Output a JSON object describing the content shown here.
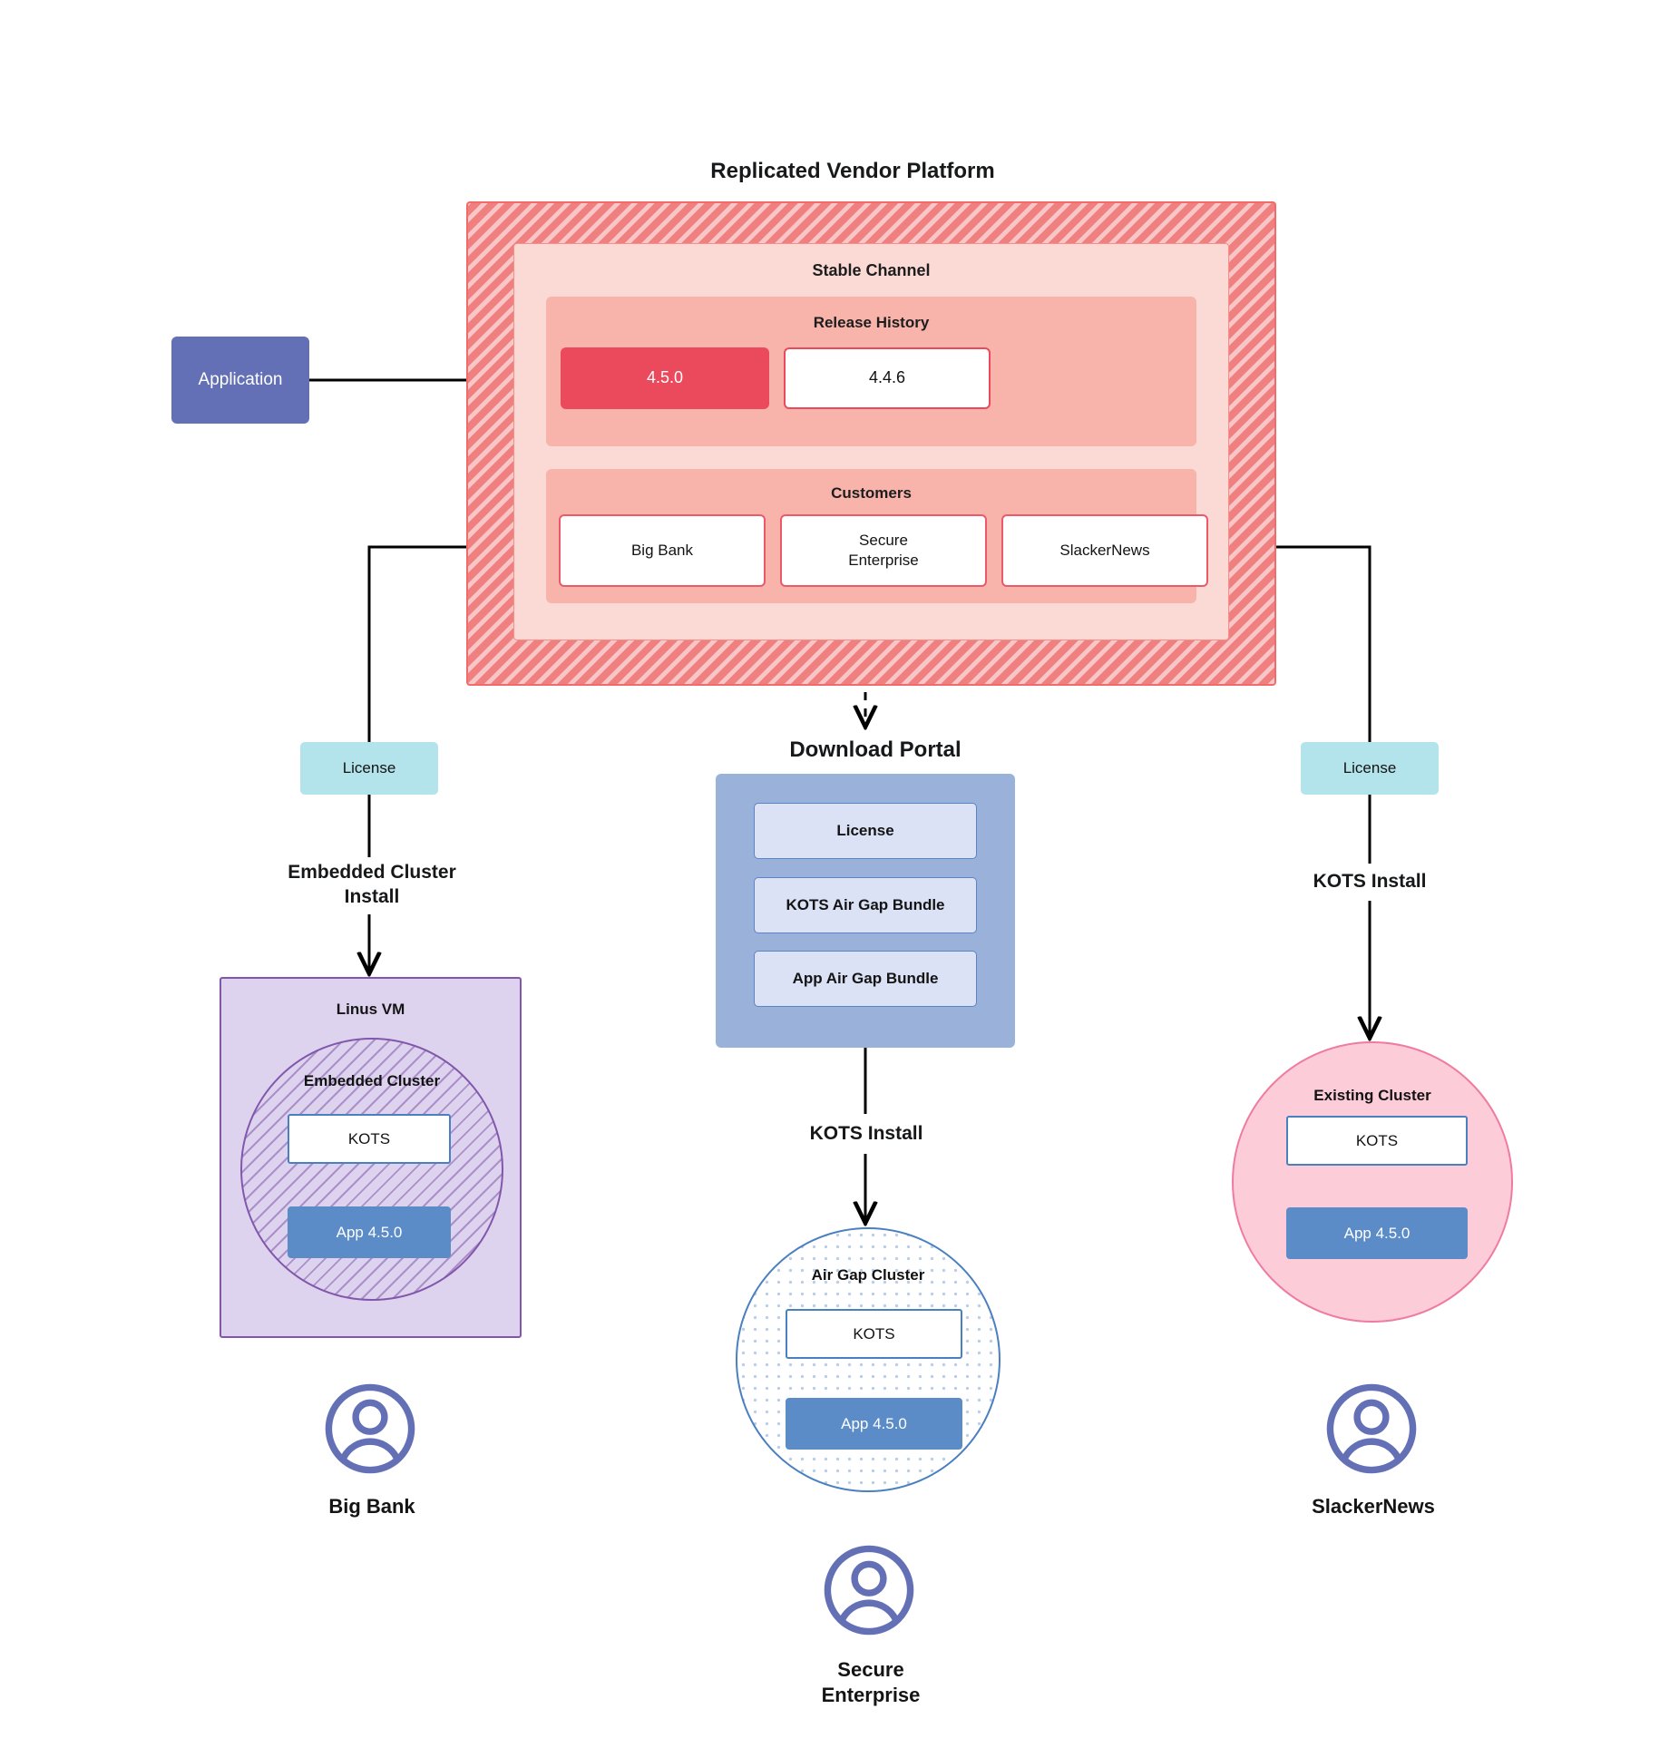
{
  "diagram": {
    "title": "Replicated Vendor Platform",
    "application": {
      "label": "Application"
    },
    "platform": {
      "stable_channel": {
        "label": "Stable Channel",
        "release_history": {
          "label": "Release History",
          "releases": [
            {
              "version": "4.5.0",
              "state": "current"
            },
            {
              "version": "4.4.6",
              "state": "past"
            }
          ]
        },
        "customers": {
          "label": "Customers",
          "items": [
            {
              "name": "Big Bank"
            },
            {
              "name": "Secure\nEnterprise"
            },
            {
              "name": "SlackerNews"
            }
          ]
        }
      }
    },
    "licenses": {
      "left_label": "License",
      "right_label": "License"
    },
    "flow_labels": {
      "embedded_cluster_install": "Embedded Cluster\nInstall",
      "kots_install_right": "KOTS Install",
      "kots_install_center": "KOTS Install"
    },
    "download_portal": {
      "title": "Download  Portal",
      "items": [
        {
          "label": "License"
        },
        {
          "label": "KOTS Air Gap Bundle"
        },
        {
          "label": "App Air Gap Bundle"
        }
      ]
    },
    "left_branch": {
      "host": {
        "label": "Linus VM"
      },
      "cluster": {
        "label": "Embedded Cluster"
      },
      "kots": {
        "label": "KOTS"
      },
      "app": {
        "label": "App 4.5.0"
      },
      "persona": {
        "name": "Big Bank",
        "icon": "user-avatar-icon"
      }
    },
    "center_branch": {
      "cluster": {
        "label": "Air Gap Cluster"
      },
      "kots": {
        "label": "KOTS"
      },
      "app": {
        "label": "App 4.5.0"
      },
      "persona": {
        "name": "Secure\nEnterprise",
        "icon": "user-avatar-icon"
      }
    },
    "right_branch": {
      "cluster": {
        "label": "Existing Cluster"
      },
      "kots": {
        "label": "KOTS"
      },
      "app": {
        "label": "App 4.5.0"
      },
      "persona": {
        "name": "SlackerNews",
        "icon": "user-avatar-icon"
      }
    },
    "colors": {
      "platform_hatch": "#f08080",
      "platform_border": "#f26b6b",
      "stable_channel_fill": "#fbdad6",
      "release_history_fill": "#f8b3ab",
      "current_release": "#ea4a5c",
      "customer_border": "#ec5a6a",
      "application_fill": "#6370b5",
      "license_fill": "#b3e3eb",
      "download_portal_fill": "#9ab2da",
      "download_item_fill": "#dbe2f5",
      "linus_vm_fill": "#ddd3ee",
      "linus_vm_border": "#8257ab",
      "existing_cluster_fill": "#fcccd9",
      "existing_cluster_border": "#ef7ba0",
      "airgap_border": "#4a7fc1",
      "app_box_fill": "#5b8cc8",
      "persona_icon": "#6370b5",
      "connector": "#000000"
    }
  }
}
